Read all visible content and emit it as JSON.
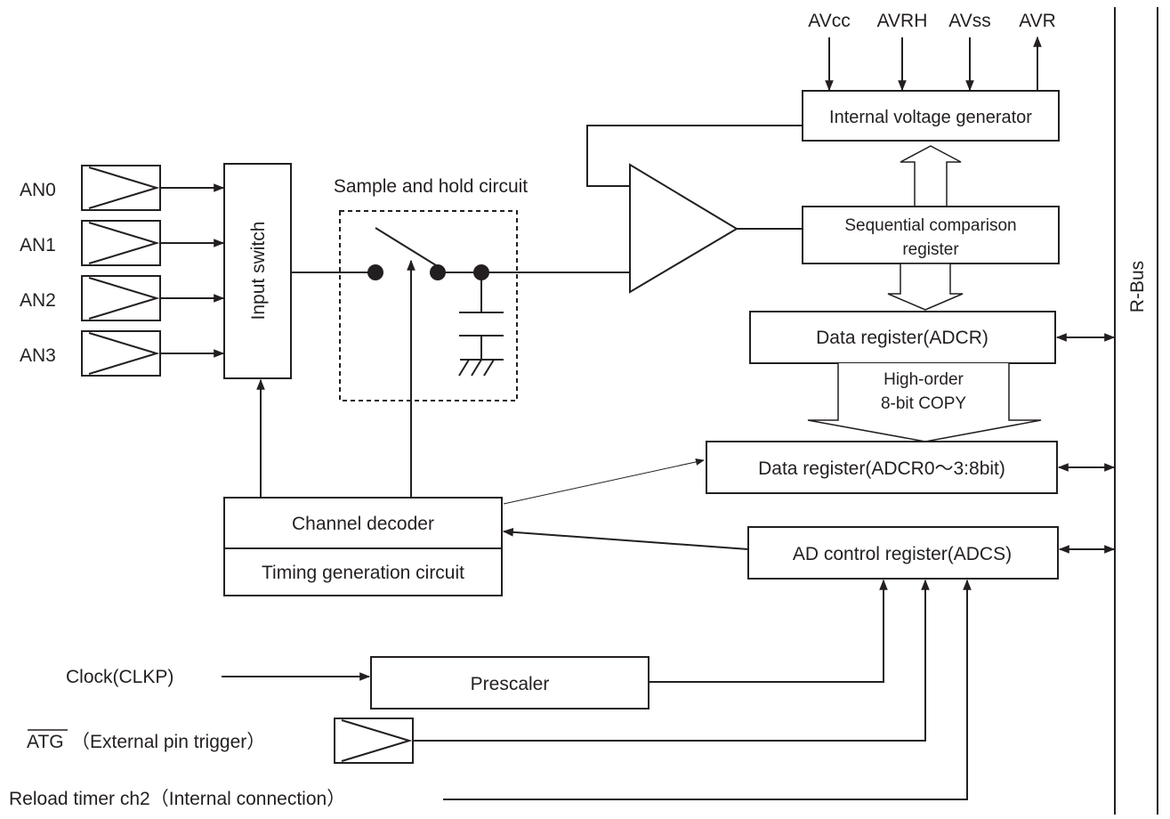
{
  "colors": {
    "line": "#231f20",
    "background": "#ffffff"
  },
  "supply_pins": [
    "AVcc",
    "AVRH",
    "AVss",
    "AVR"
  ],
  "analog_inputs": [
    "AN0",
    "AN1",
    "AN2",
    "AN3"
  ],
  "blocks": {
    "input_switch": "Input switch",
    "sample_hold": "Sample and hold circuit",
    "internal_voltage_generator": "Internal voltage generator",
    "sequential_register_line1": "Sequential comparison",
    "sequential_register_line2": "register",
    "data_register": "Data register(ADCR)",
    "copy_line1": "High-order",
    "copy_line2": "8-bit COPY",
    "data_register_8bit": "Data register(ADCR0～3:8bit)",
    "channel_decoder": "Channel decoder",
    "timing_generation": "Timing generation circuit",
    "ad_control_register": "AD control register(ADCS)",
    "prescaler": "Prescaler",
    "bus": "R-Bus"
  },
  "external_signals": {
    "clock": "Clock(CLKP)",
    "atg_name": "ATG",
    "atg_desc": "（External pin trigger）",
    "reload_timer": "Reload timer ch2（Internal connection）"
  }
}
